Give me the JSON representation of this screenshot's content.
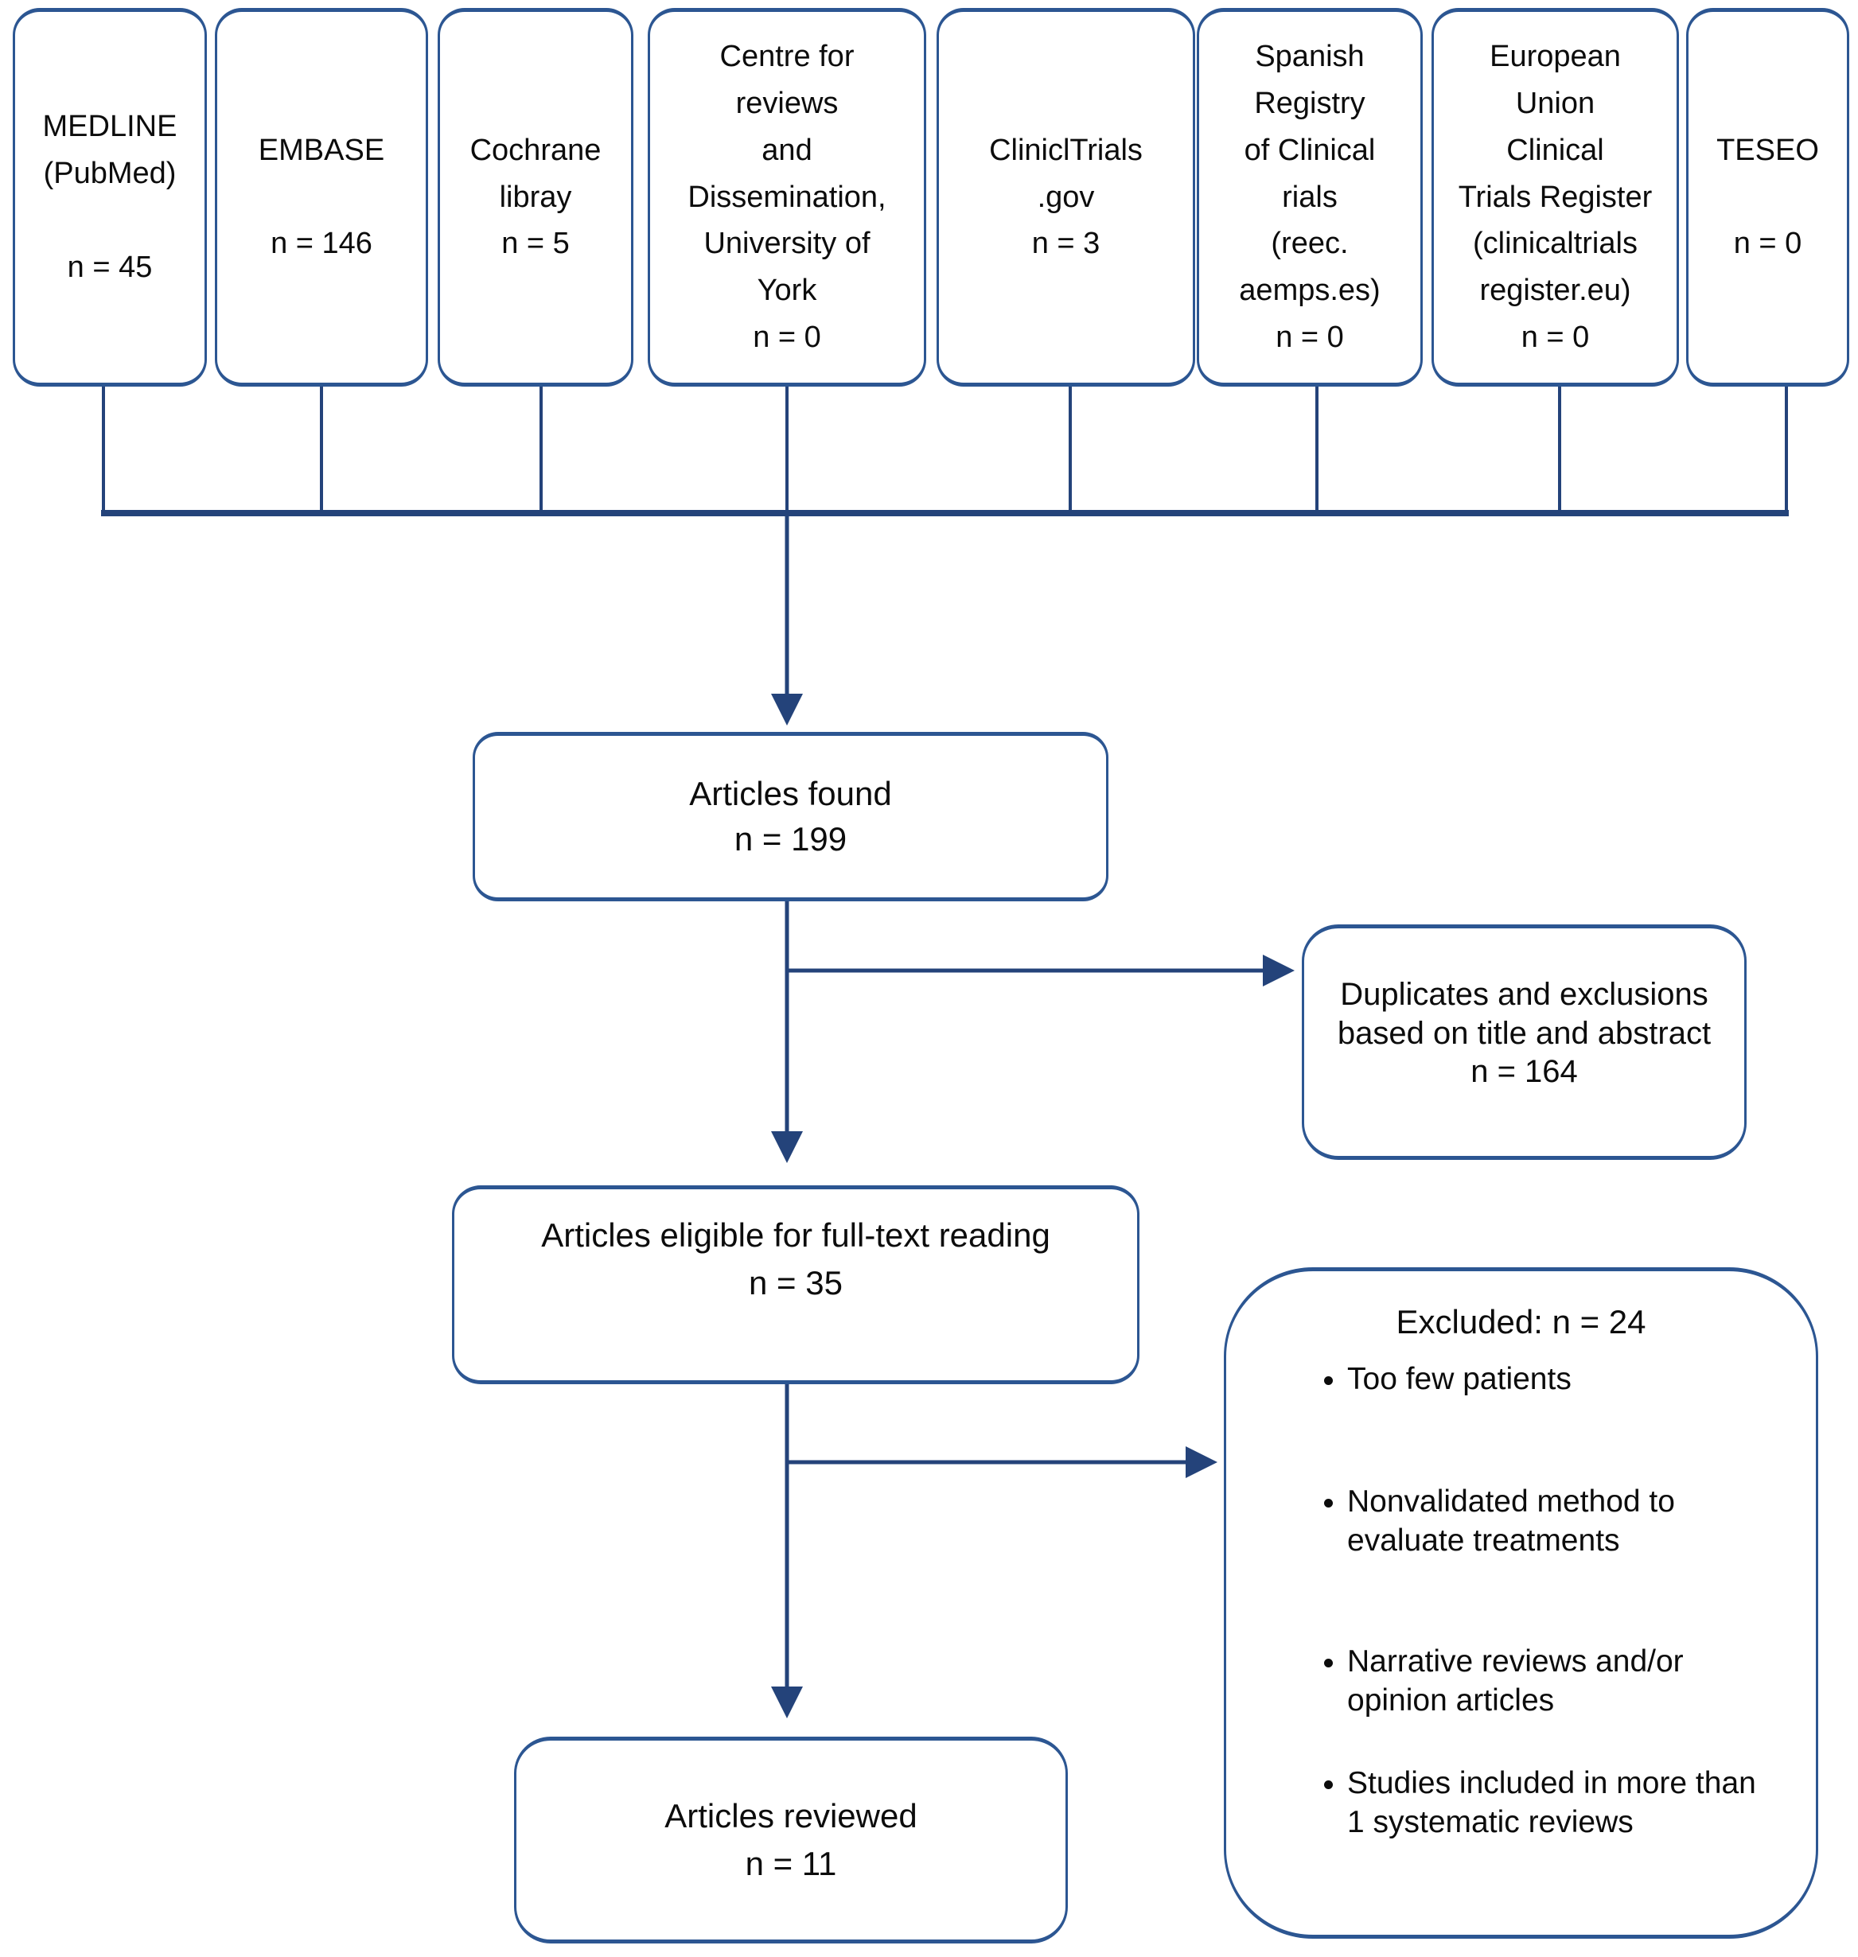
{
  "colors": {
    "line": "#24437a",
    "border": "#2c5692",
    "text": "#0c0c0c"
  },
  "sources": [
    {
      "name": "MEDLINE (PubMed)",
      "text": "MEDLINE\n(PubMed)\n\nn = 45"
    },
    {
      "name": "EMBASE",
      "text": "EMBASE\n\nn = 146"
    },
    {
      "name": "Cochrane library",
      "text": "Cochrane\nlibray\nn = 5"
    },
    {
      "name": "Centre for reviews and Dissemination, University of York",
      "text": "Centre for\nreviews\nand\nDissemination,\nUniversity of\nYork\nn = 0"
    },
    {
      "name": "ClinicalTrials.gov",
      "text": "CliniclTrials\n.gov\nn = 3"
    },
    {
      "name": "Spanish Registry of Clinical trials",
      "text": "Spanish\nRegistry\nof Clinical\nrials\n(reec.\naemps.es)\nn = 0"
    },
    {
      "name": "European Union Clinical Trials Register",
      "text": "European\nUnion\nClinical\nTrials Register\n(clinicaltrials\nregister.eu)\nn = 0"
    },
    {
      "name": "TESEO",
      "text": "TESEO\n\nn = 0"
    }
  ],
  "nodes": {
    "articles_found": "Articles found\nn = 199",
    "duplicates_excluded": "Duplicates and exclusions\nbased on title and abstract\nn = 164",
    "eligible": "Articles eligible for full-text reading\nn = 35",
    "reviewed": "Articles reviewed\nn = 11",
    "excluded_title": "Excluded: n = 24",
    "excluded_bullets": [
      "Too few patients",
      "Nonvalidated method to\nevaluate treatments",
      "Narrative reviews and/or\nopinion articles",
      "Studies included in more than\n1 systematic reviews"
    ]
  }
}
